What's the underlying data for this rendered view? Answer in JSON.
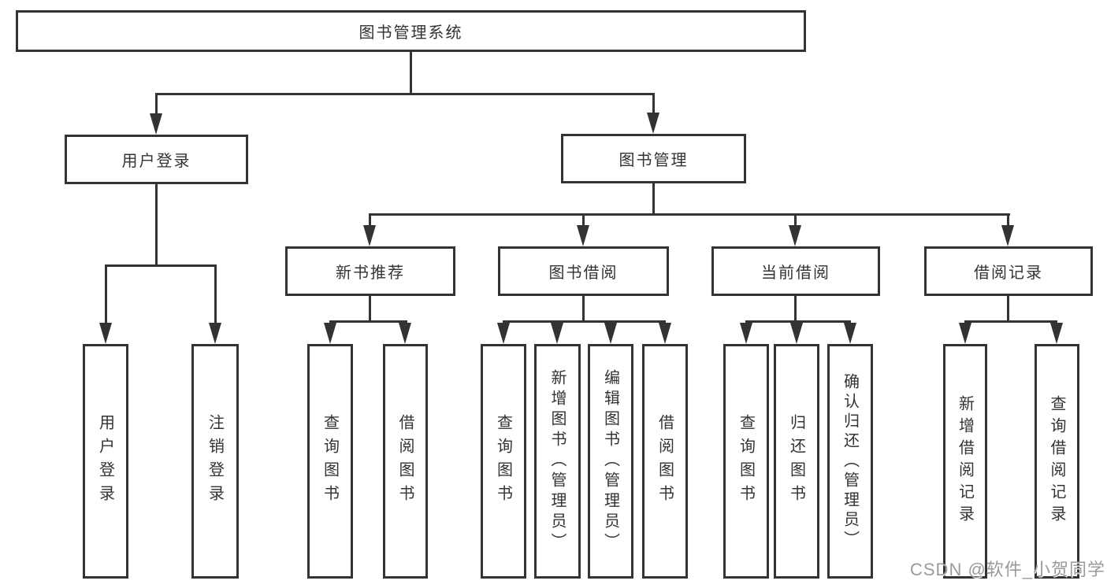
{
  "diagram": {
    "root": {
      "label": "图书管理系统"
    },
    "level2": [
      {
        "label": "用户登录"
      },
      {
        "label": "图书管理"
      }
    ],
    "user_login_children": [
      {
        "label": "用户登录"
      },
      {
        "label": "注销登录"
      }
    ],
    "level3": [
      {
        "label": "新书推荐"
      },
      {
        "label": "图书借阅"
      },
      {
        "label": "当前借阅"
      },
      {
        "label": "借阅记录"
      }
    ],
    "new_book_children": [
      {
        "label": "查询图书"
      },
      {
        "label": "借阅图书"
      }
    ],
    "book_borrow_children": [
      {
        "label": "查询图书"
      },
      {
        "label": "新增图书（管理员）"
      },
      {
        "label": "编辑图书（管理员）"
      },
      {
        "label": "借阅图书"
      }
    ],
    "current_borrow_children": [
      {
        "label": "查询图书"
      },
      {
        "label": "归还图书"
      },
      {
        "label": "确认归还（管理员）"
      }
    ],
    "borrow_record_children": [
      {
        "label": "新增借阅记录"
      },
      {
        "label": "查询借阅记录"
      }
    ]
  },
  "watermark": {
    "text": "CSDN @软件_小贺同学"
  },
  "colors": {
    "line": "#333333",
    "box_border": "#333333",
    "text": "#333333",
    "watermark": "#9a9a9a",
    "background": "#ffffff"
  }
}
